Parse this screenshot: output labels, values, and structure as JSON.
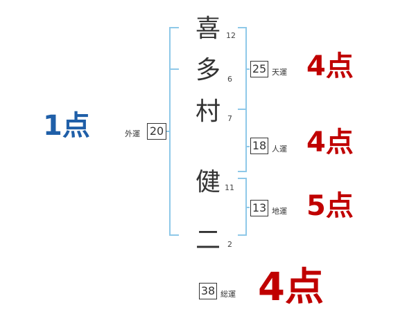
{
  "name_chars": [
    {
      "char": "喜",
      "strokes": "12"
    },
    {
      "char": "多",
      "strokes": "6"
    },
    {
      "char": "村",
      "strokes": "7"
    },
    {
      "char": "健",
      "strokes": "11"
    },
    {
      "char": "二",
      "strokes": "2"
    }
  ],
  "fortunes": {
    "gaiun": {
      "label": "外運",
      "value": "20",
      "score": "1点"
    },
    "tenun": {
      "label": "天運",
      "value": "25",
      "score": "4点"
    },
    "jinun": {
      "label": "人運",
      "value": "18",
      "score": "4点"
    },
    "chiun": {
      "label": "地運",
      "value": "13",
      "score": "5点"
    },
    "souun": {
      "label": "総運",
      "value": "38",
      "score": "4点"
    }
  },
  "colors": {
    "bracket": "#8ec8e8",
    "score_red": "#c00000",
    "score_blue": "#1f5fa8"
  }
}
